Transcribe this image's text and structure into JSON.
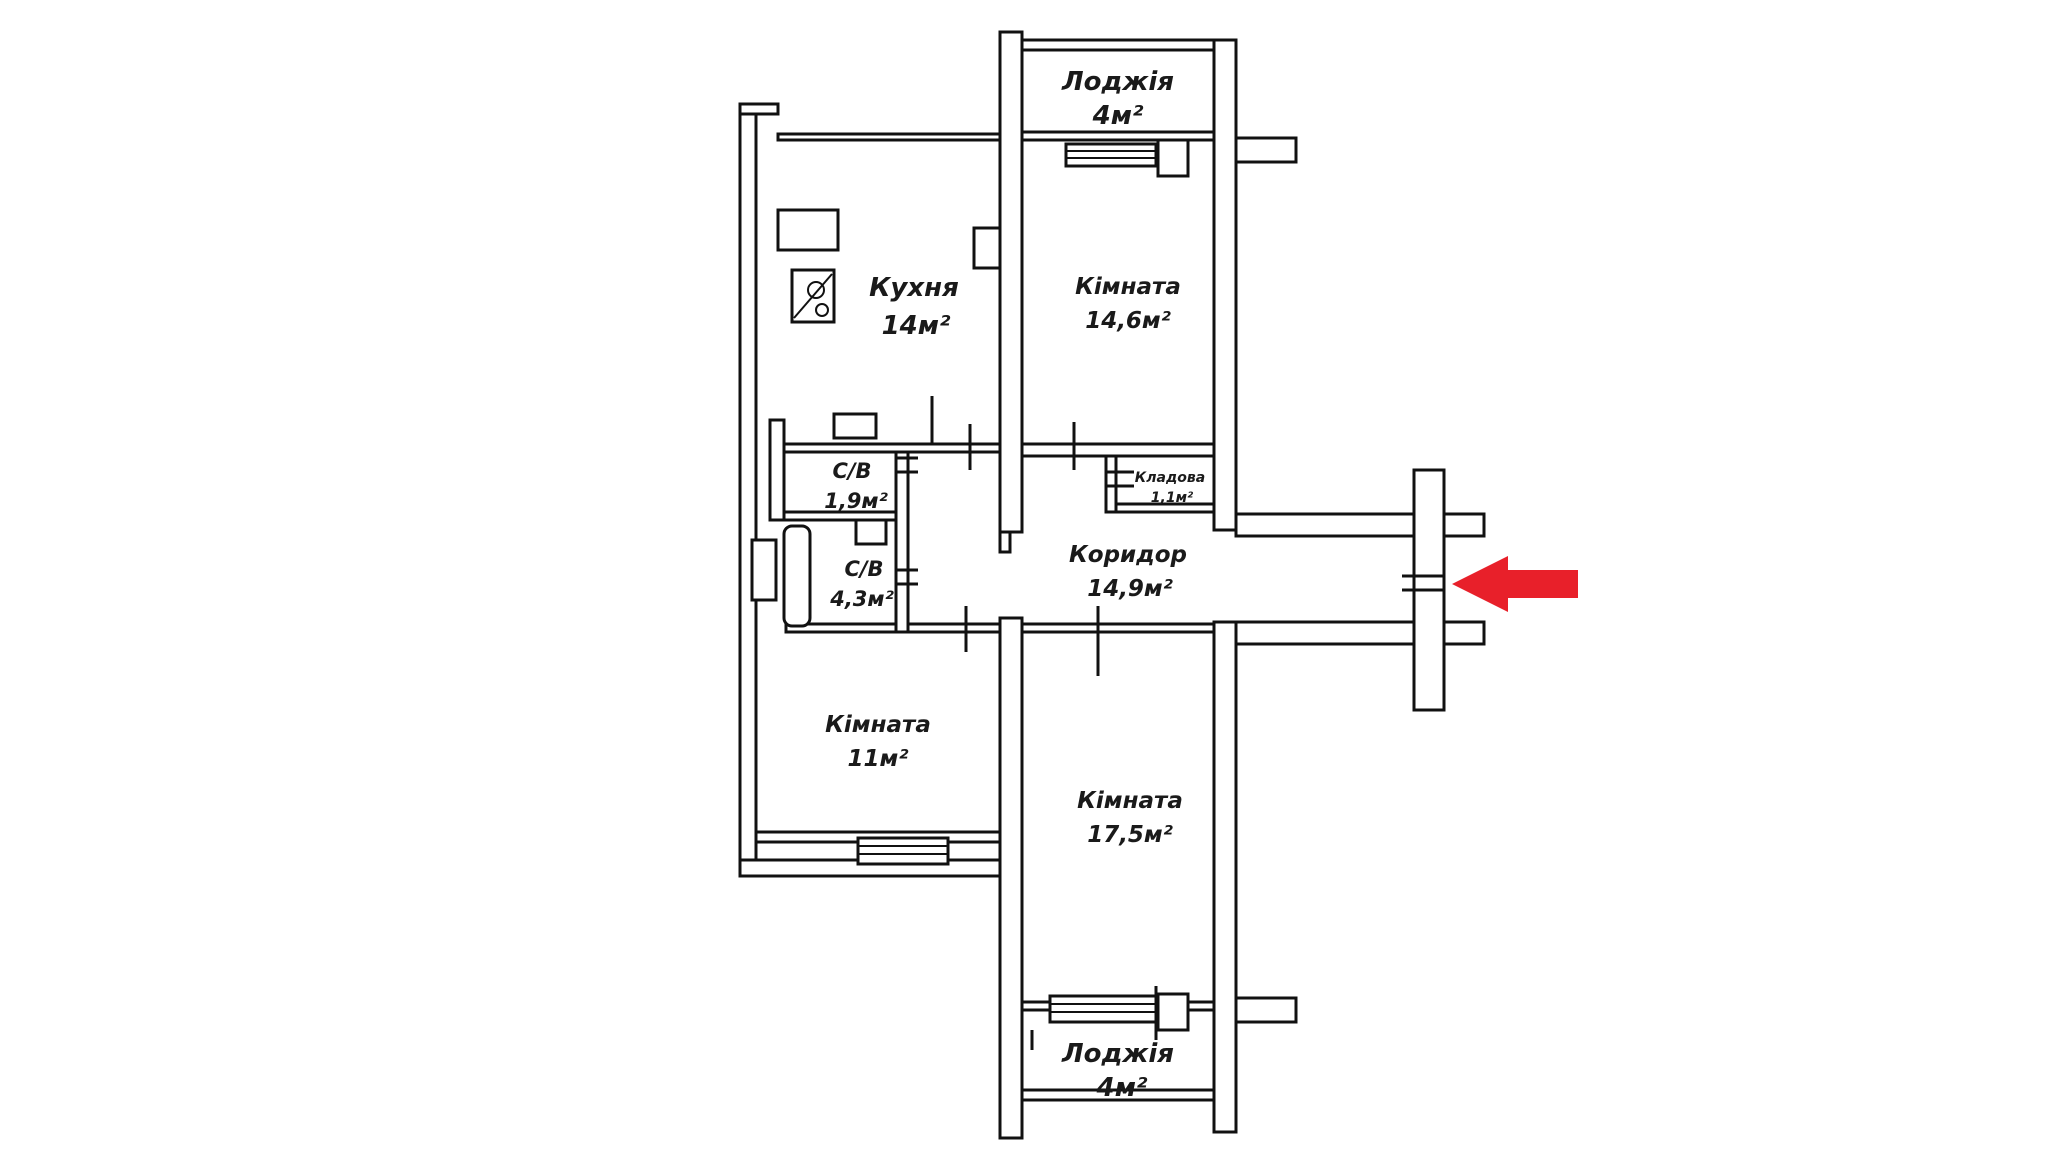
{
  "rooms": {
    "loggia_top": {
      "name": "Лоджія",
      "area": "4м²"
    },
    "kitchen": {
      "name": "Кухня",
      "area": "14м²"
    },
    "room_top": {
      "name": "Кімната",
      "area": "14,6м²"
    },
    "bath_small": {
      "name": "С/В",
      "area": "1,9м²"
    },
    "storage": {
      "name": "Кладова",
      "area": "1,1м²"
    },
    "bath_large": {
      "name": "С/В",
      "area": "4,3м²"
    },
    "corridor": {
      "name": "Коридор",
      "area": "14,9м²"
    },
    "room_left": {
      "name": "Кімната",
      "area": "11м²"
    },
    "room_bottom": {
      "name": "Кімната",
      "area": "17,5м²"
    },
    "loggia_bottom": {
      "name": "Лоджія",
      "area": "4м²"
    }
  },
  "entrance_arrow_color": "#e8202a"
}
